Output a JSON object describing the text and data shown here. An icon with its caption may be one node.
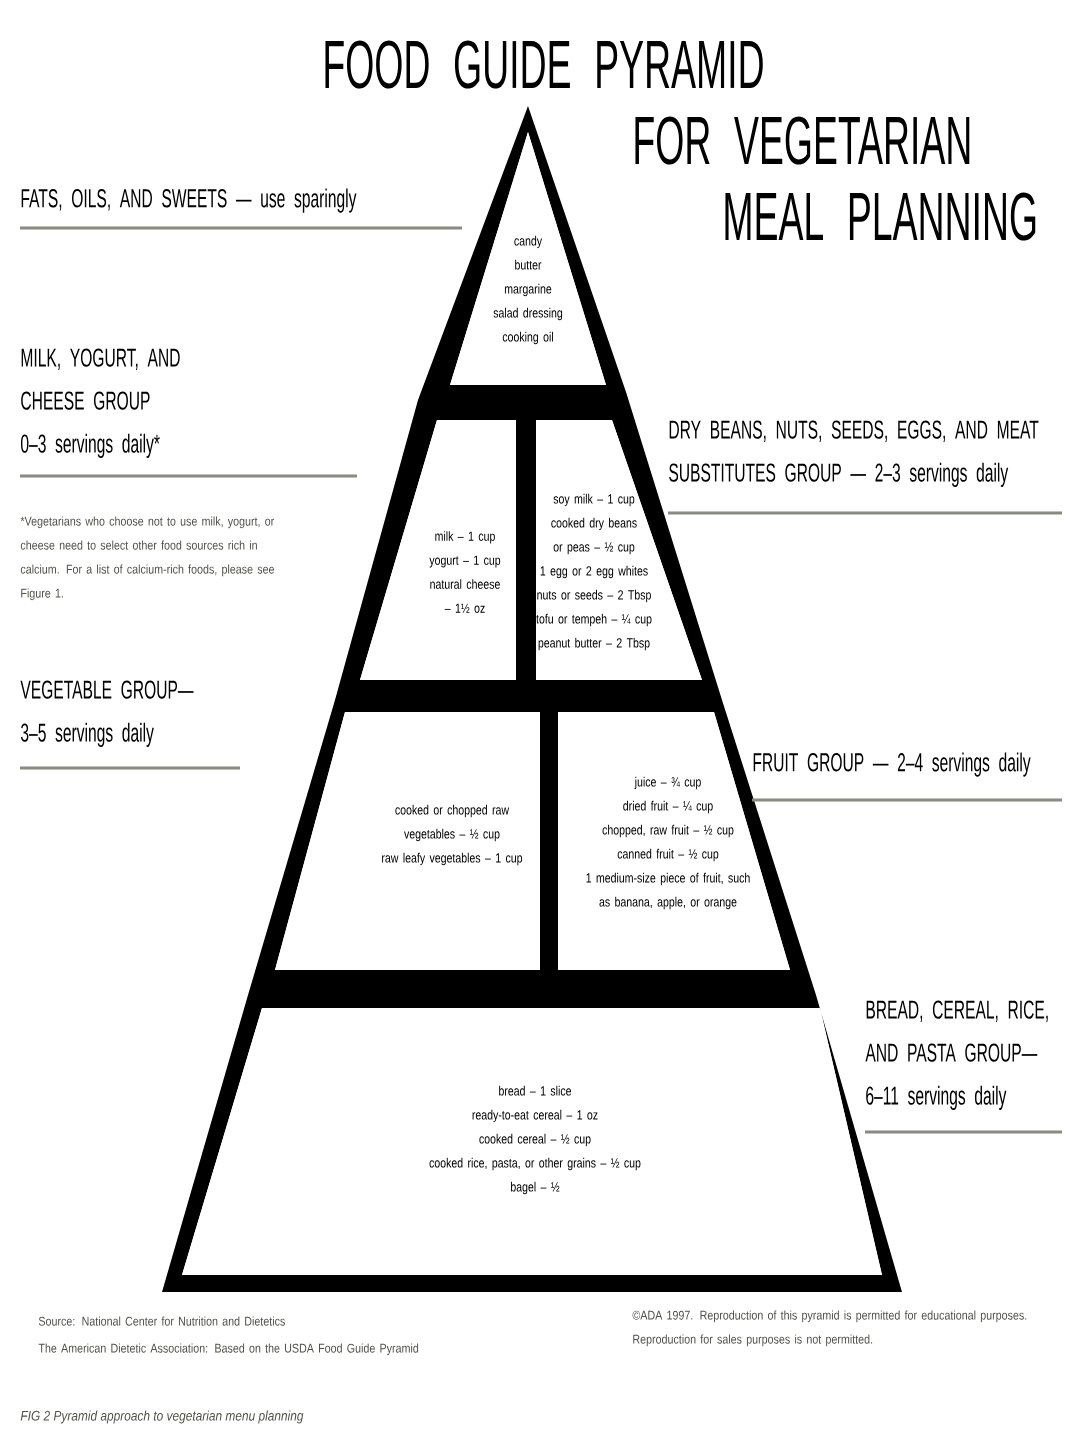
{
  "diagram": {
    "title": "FOOD GUIDE PYRAMID FOR VEGETARIAN MEAL PLANNING",
    "caption": "FIG 2 Pyramid approach to vegetarian menu planning",
    "nodes": [
      {
        "text": [
          "candy",
          "butter",
          "margarine",
          "salad dressing",
          "cooking oil"
        ]
      },
      {
        "text": [
          "milk – 1 cup",
          "yogurt – 1 cup",
          "natural cheese – 1½ oz"
        ]
      },
      {
        "text": [
          "soy milk – 1 cup",
          "cooked dry beans or peas – ½ cup",
          "1 egg or 2 egg whites",
          "nuts or seeds – 2 Tbsp",
          "tofu or tempeh – ¼ cup",
          "peanut butter – 2 Tbsp"
        ]
      },
      {
        "text": [
          "cooked or chopped raw vegetables – ½ cup",
          "raw leafy vegetables – 1 cup"
        ]
      },
      {
        "text": [
          "juice – ¾ cup",
          "dried fruit – ¼ cup",
          "chopped, raw fruit – ½ cup",
          "canned fruit – ½ cup",
          "1 medium-size piece of fruit, such as banana, apple, or orange"
        ]
      },
      {
        "text": [
          "bread – 1 slice",
          "ready-to-eat cereal – 1 oz",
          "cooked cereal – ½ cup",
          "cooked rice, pasta, or other grains – ½ cup",
          "bagel – ½"
        ]
      }
    ],
    "labels": [
      "FATS, OILS, AND SWEETS — use sparingly",
      "MILK, YOGURT, AND CHEESE GROUP 0–3 servings daily*",
      "*Vegetarians who choose not to use milk, yogurt, or cheese need to select other food sources rich in calcium. For a list of calcium-rich foods, please see Figure 1.",
      "VEGETABLE GROUP— 3–5 servings daily",
      "DRY BEANS, NUTS, SEEDS, EGGS, AND MEAT SUBSTITUTES GROUP — 2–3 servings daily",
      "FRUIT GROUP — 2–4 servings daily",
      "BREAD, CEREAL, RICE, AND PASTA GROUP— 6–11 servings daily",
      "Source: National Center for Nutrition and Dietetics",
      "The American Dietetic Association: Based on the USDA Food Guide Pyramid",
      "©ADA 1997. Reproduction of this pyramid is permitted for educational purposes. Reproduction for sales purposes is not permitted."
    ]
  }
}
